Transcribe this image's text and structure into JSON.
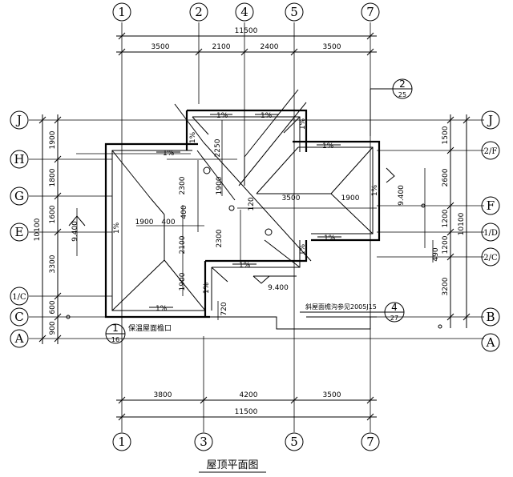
{
  "drawing": {
    "title": "屋顶平面图",
    "axes_top": [
      "1",
      "2",
      "4",
      "5",
      "7"
    ],
    "axes_bottom": [
      "1",
      "3",
      "5",
      "7"
    ],
    "axes_left": [
      "J",
      "H",
      "G",
      "E",
      "1/C",
      "C",
      "A"
    ],
    "axes_right": [
      "J",
      "2/F",
      "F",
      "1/D",
      "2/C",
      "B",
      "A"
    ],
    "top_total": "11500",
    "top_dims": [
      "3500",
      "2100",
      "2400",
      "3500"
    ],
    "bottom_dims": [
      "3800",
      "4200",
      "3500"
    ],
    "bottom_total": "11500",
    "left_dims": [
      "1900",
      "1800",
      "1600",
      "3300",
      "600",
      "900"
    ],
    "left_total": "10100",
    "right_dims": [
      "1500",
      "2600",
      "1200",
      "1200",
      "3200"
    ],
    "right_total": "10100",
    "inner_dims": {
      "d2250": "2250",
      "d2300a": "2300",
      "d1900a": "1900",
      "d3500": "3500",
      "d1900b": "1900",
      "d1900c": "1900",
      "d400a": "400",
      "d400b": "400",
      "d2100": "2100",
      "d2300b": "2300",
      "d1900d": "1900",
      "d720": "720",
      "d490": "490",
      "d120": "120"
    },
    "slope": "1%",
    "elev_left": "9.400",
    "elev_right": "9.400",
    "elev_bottom": "9.400",
    "detail_ref1": {
      "num": "2",
      "den": "25"
    },
    "detail_ref2": {
      "num": "4",
      "den": "27"
    },
    "detail_ref3": {
      "num": "1",
      "den": "16"
    },
    "note_eave": "保温屋面檐口",
    "note_gutter": "斜屋面檐沟参见2005J15"
  }
}
